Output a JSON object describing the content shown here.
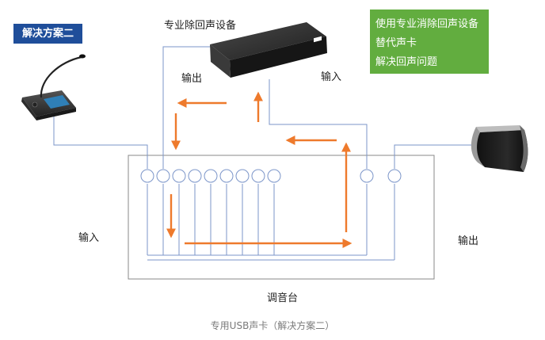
{
  "badge": {
    "label": "解决方案二",
    "color": "#1f4e9a"
  },
  "note": {
    "lines": [
      "使用专业消除回声设备",
      "替代声卡",
      "解决回声问题"
    ],
    "color": "#62ad3f"
  },
  "labels": {
    "device_title": "专业除回声设备",
    "device_output": "输出",
    "device_input": "输入",
    "mixer_input": "输入",
    "mixer_output": "输出",
    "mixer_name": "调音台"
  },
  "caption": "专用USB声卡（解决方案二）",
  "colors": {
    "line": "#7b95c9",
    "arrow": "#ee7a2c",
    "mixer_border": "#8a8a8a"
  },
  "icons": [
    "conference-microphone-icon",
    "echo-canceller-rack-icon",
    "speaker-icon"
  ]
}
